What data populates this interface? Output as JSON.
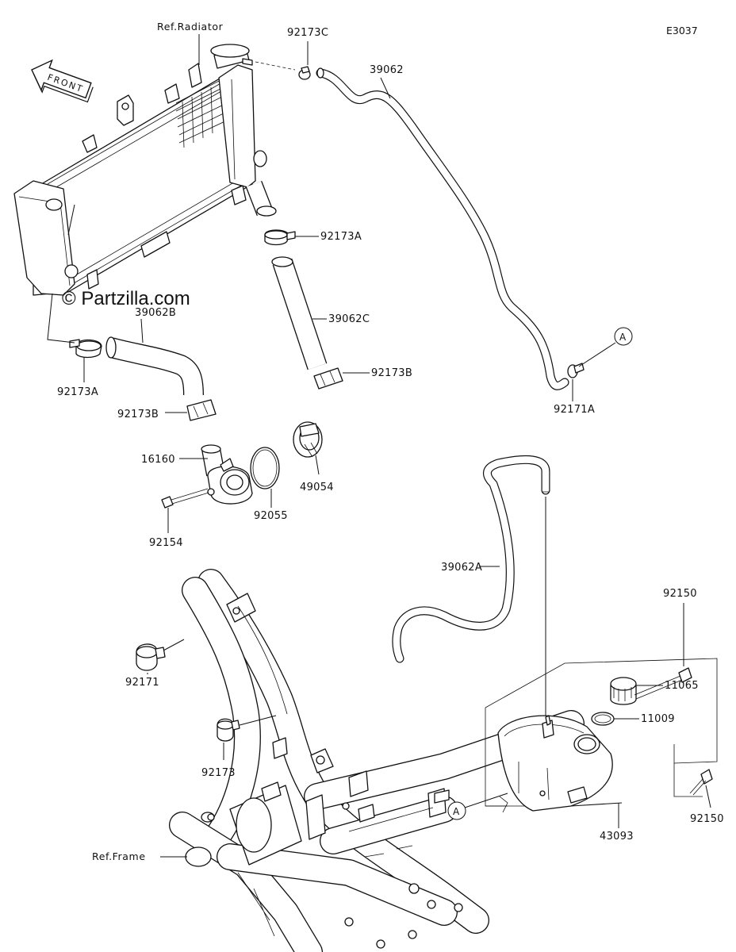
{
  "diagram_code": "E3037",
  "watermark": "© Partzilla.com",
  "front_arrow": "FRONT",
  "references": {
    "radiator": "Ref.Radiator",
    "frame": "Ref.Frame"
  },
  "callout_letter": "A",
  "parts": {
    "p92173C": "92173C",
    "p39062": "39062",
    "p92173A_upper": "92173A",
    "p39062C": "39062C",
    "p39062B": "39062B",
    "p92173B_right": "92173B",
    "p92173A_left": "92173A",
    "p92171A": "92171A",
    "p92173B_left": "92173B",
    "p16160": "16160",
    "p49054": "49054",
    "p92055": "92055",
    "p92154": "92154",
    "p39062A": "39062A",
    "p92150_top": "92150",
    "p92171": "92171",
    "p11065": "11065",
    "p11009": "11009",
    "p92173": "92173",
    "p92150_right": "92150",
    "p43093": "43093"
  }
}
